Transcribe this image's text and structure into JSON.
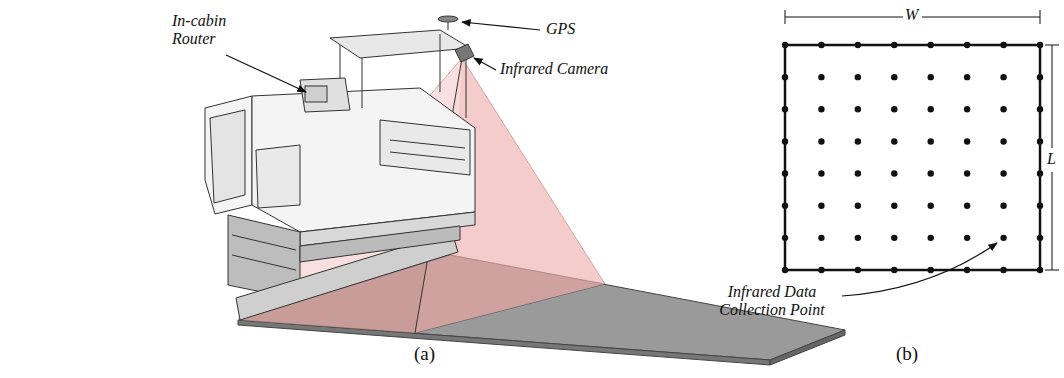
{
  "diagram": {
    "labels": [
      "GPS",
      "In-cabin Router",
      "Infrared Camera",
      "W",
      "L",
      "Infrared Data Collection Point",
      "(a)",
      "(b)"
    ]
  }
}
